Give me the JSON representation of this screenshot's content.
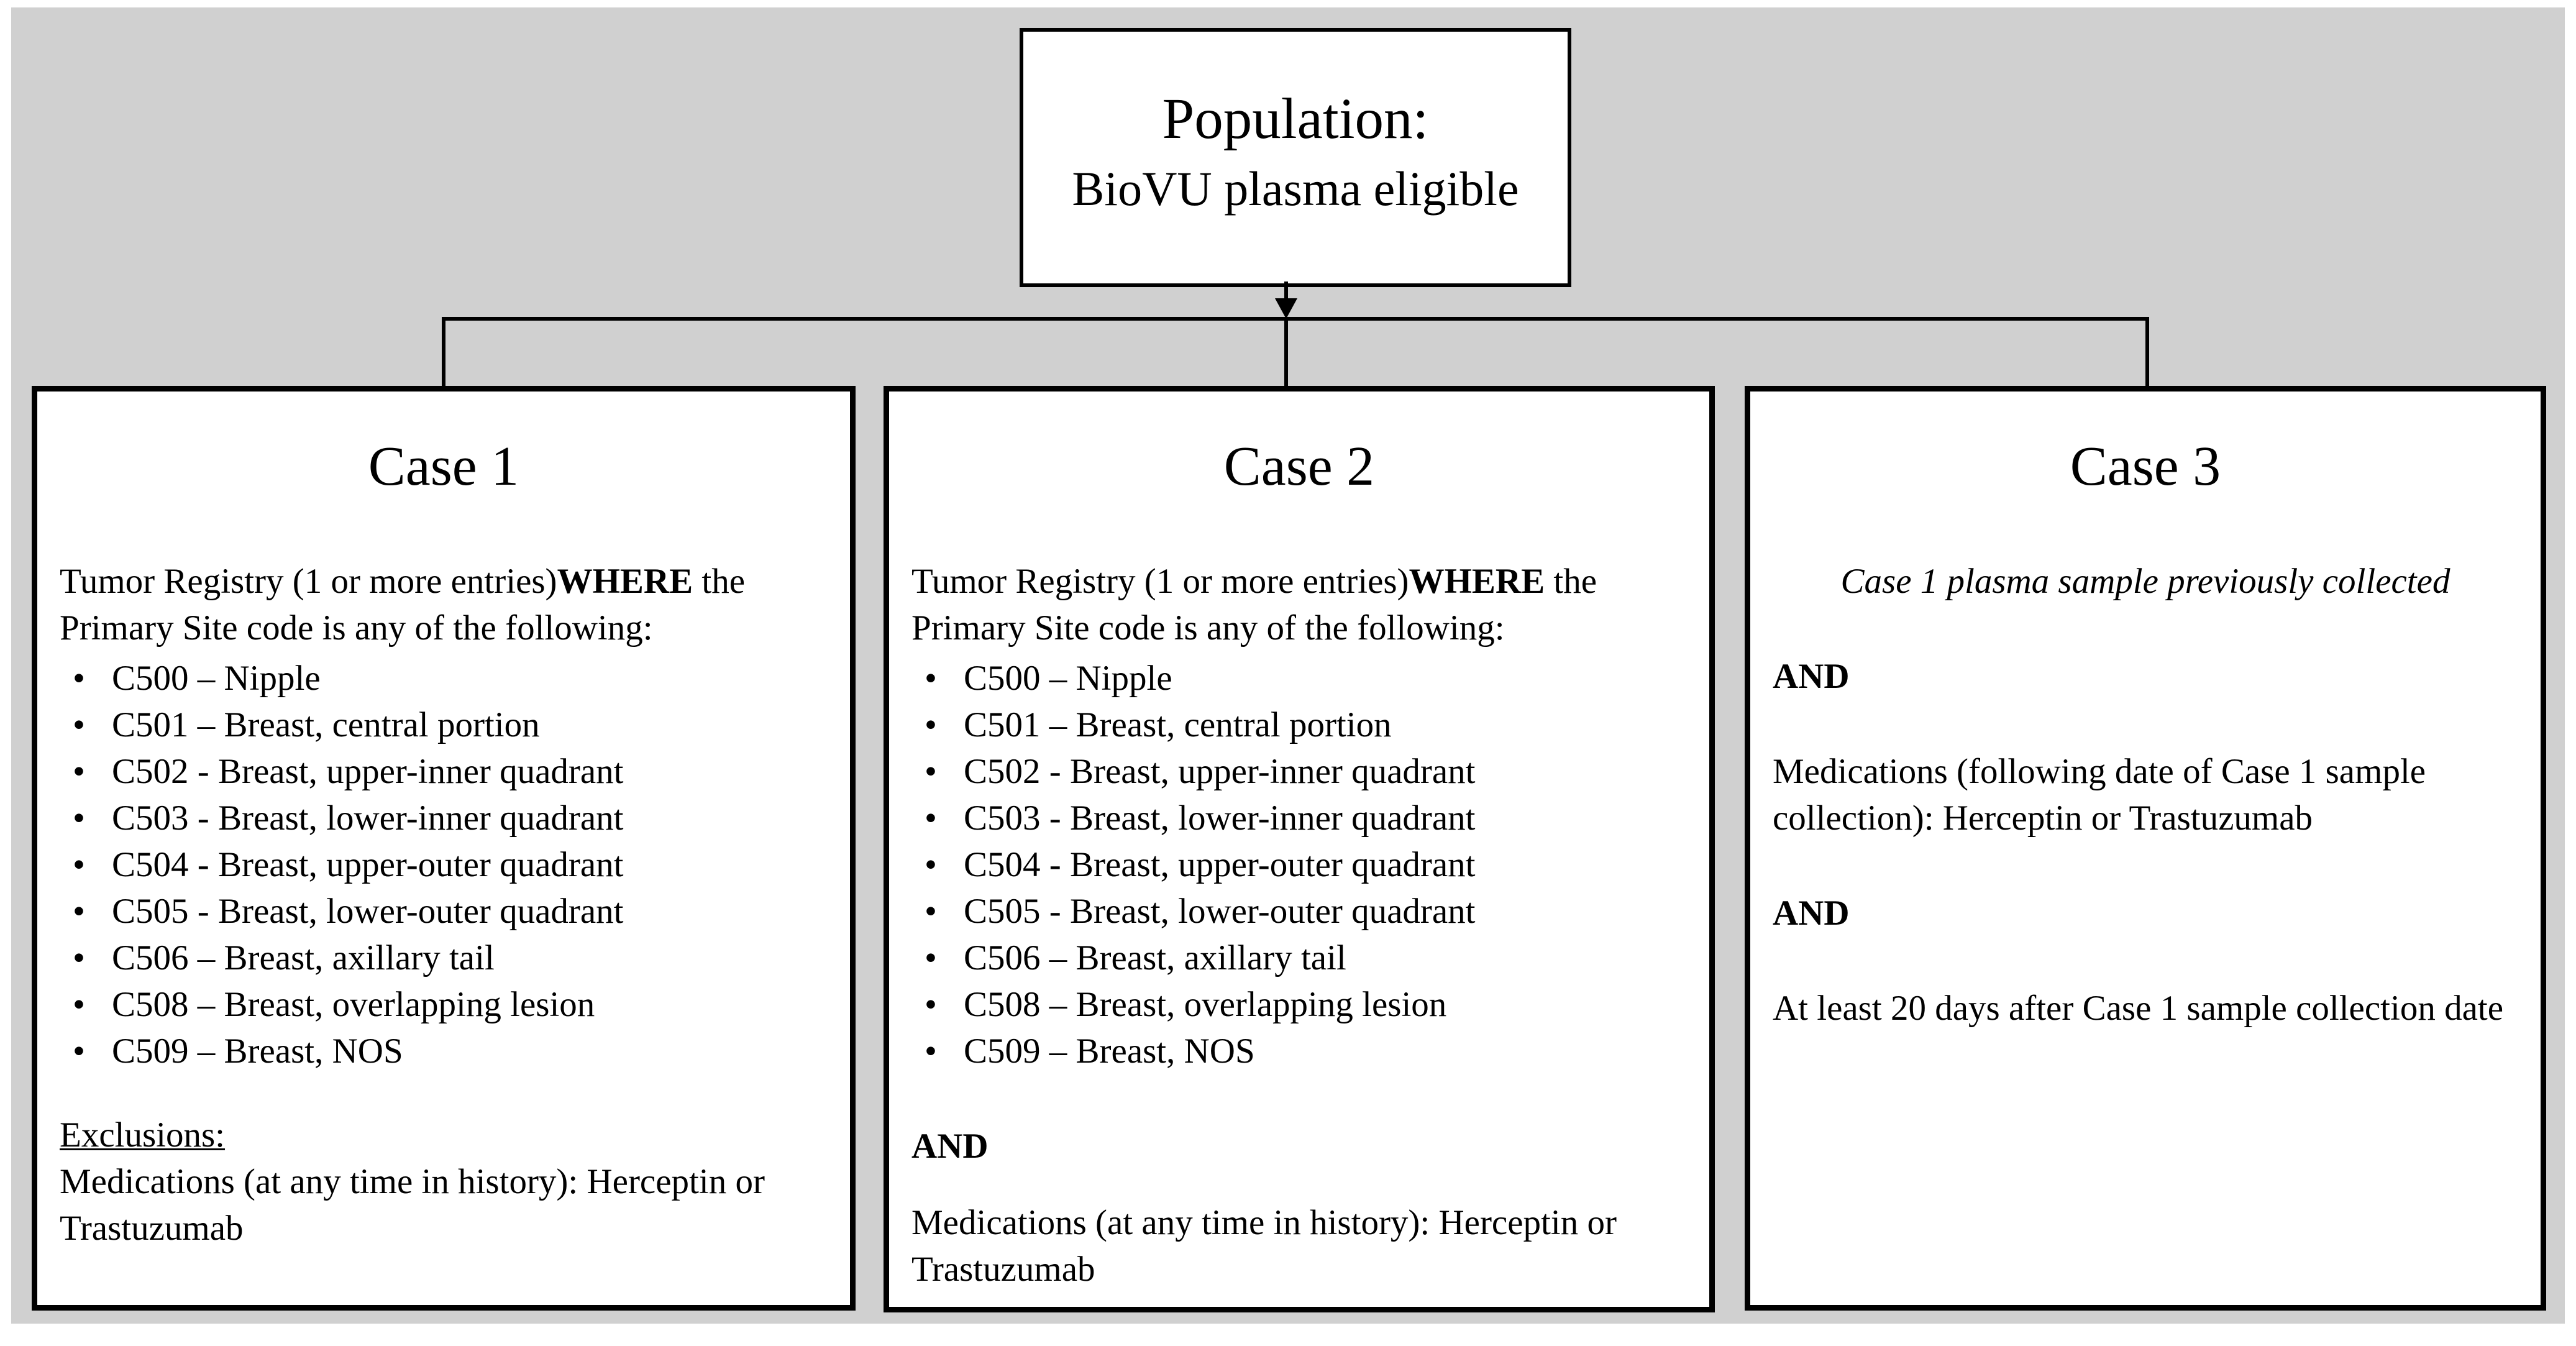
{
  "colors": {
    "canvas_gray": "#d0d0d0",
    "box_background": "#ffffff",
    "line_color": "#000000"
  },
  "population": {
    "title": "Population:",
    "subtitle": "BioVU plasma eligible"
  },
  "cases": [
    {
      "title": "Case 1",
      "intro_pre": "Tumor Registry (1 or more entries)",
      "intro_bold": "WHERE",
      "intro_post": " the Primary Site code is any of the following:",
      "bullets": [
        "C500 – Nipple",
        "C501 – Breast, central portion",
        "C502 - Breast, upper-inner quadrant",
        "C503 - Breast, lower-inner quadrant",
        "C504 - Breast, upper-outer quadrant",
        "C505 - Breast, lower-outer quadrant",
        "C506 – Breast, axillary tail",
        "C508 – Breast, overlapping lesion",
        "C509 – Breast, NOS"
      ],
      "exclusions_label": "Exclusions:",
      "exclusions_text": "Medications (at any time in history): Herceptin or Trastuzumab"
    },
    {
      "title": "Case 2",
      "intro_pre": "Tumor Registry (1 or more entries)",
      "intro_bold": "WHERE",
      "intro_post": " the Primary Site code is any of the following:",
      "bullets": [
        "C500 – Nipple",
        "C501 – Breast, central portion",
        "C502 - Breast, upper-inner quadrant",
        "C503 - Breast, lower-inner quadrant",
        "C504 - Breast, upper-outer quadrant",
        "C505 - Breast, lower-outer quadrant",
        "C506 – Breast, axillary tail",
        "C508 – Breast, overlapping lesion",
        "C509 – Breast, NOS"
      ],
      "and_label": "AND",
      "medications_text": "Medications (at any time in history): Herceptin or Trastuzumab"
    },
    {
      "title": "Case 3",
      "italic_line": "Case 1 plasma sample previously collected",
      "and_label_1": "AND",
      "medications_text": "Medications (following date of Case 1 sample collection): Herceptin or Trastuzumab",
      "and_label_2": "AND",
      "timing_text": "At least 20 days after Case 1 sample collection date"
    }
  ]
}
